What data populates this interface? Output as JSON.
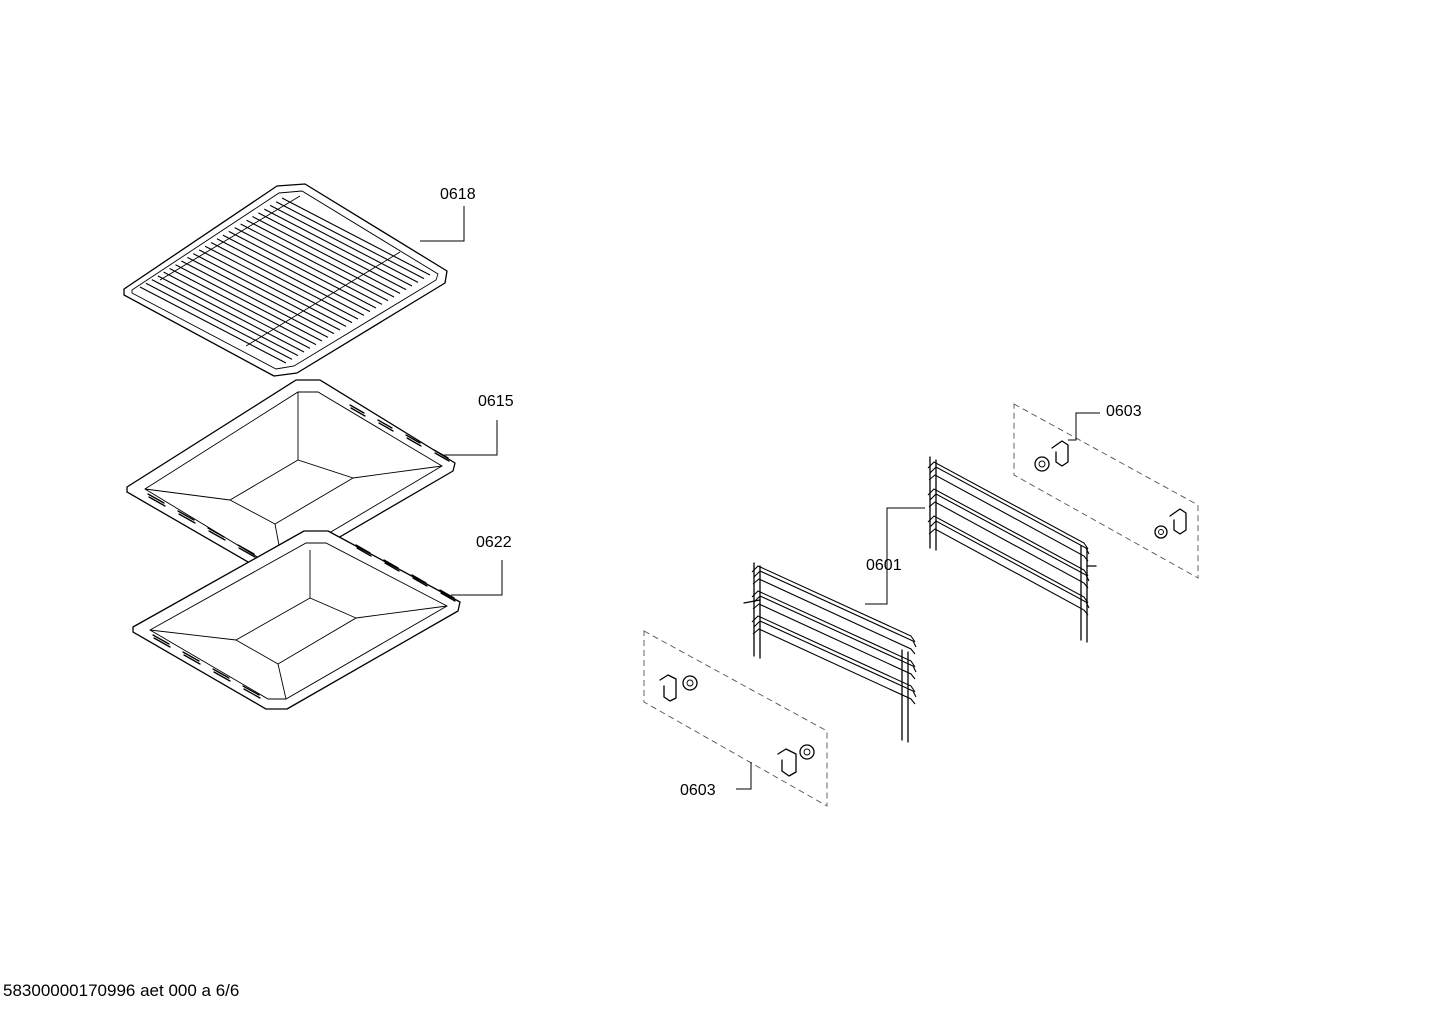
{
  "diagram": {
    "callouts": [
      {
        "id": "0618",
        "label": "0618"
      },
      {
        "id": "0615",
        "label": "0615"
      },
      {
        "id": "0622",
        "label": "0622"
      },
      {
        "id": "0603_upper",
        "label": "0603"
      },
      {
        "id": "0601",
        "label": "0601"
      },
      {
        "id": "0603_lower",
        "label": "0603"
      }
    ]
  },
  "footer": {
    "text": "58300000170996 aet 000 a 6/6"
  }
}
